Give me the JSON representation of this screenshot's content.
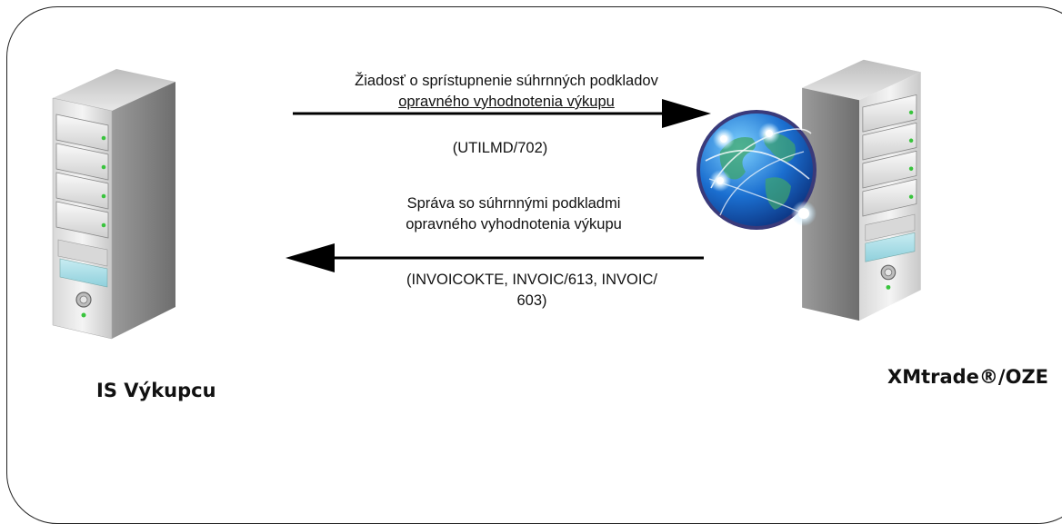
{
  "nodes": {
    "left": {
      "label": "IS Výkupcu"
    },
    "right": {
      "label": "XMtrade®/OZE"
    }
  },
  "messages": {
    "request": {
      "line1": "Žiadosť o sprístupnenie súhrnných podkladov",
      "line2": "opravného vyhodnotenia výkupu",
      "code": "(UTILMD/702)"
    },
    "response": {
      "line1": "Správa so súhrnnými podkladmi",
      "line2": "opravného vyhodnotenia výkupu",
      "code_line1": "(INVOICOKTE, INVOIC/613, INVOIC/",
      "code_line2": "603)"
    }
  },
  "icons": [
    "server-icon",
    "server-icon",
    "globe-icon"
  ]
}
